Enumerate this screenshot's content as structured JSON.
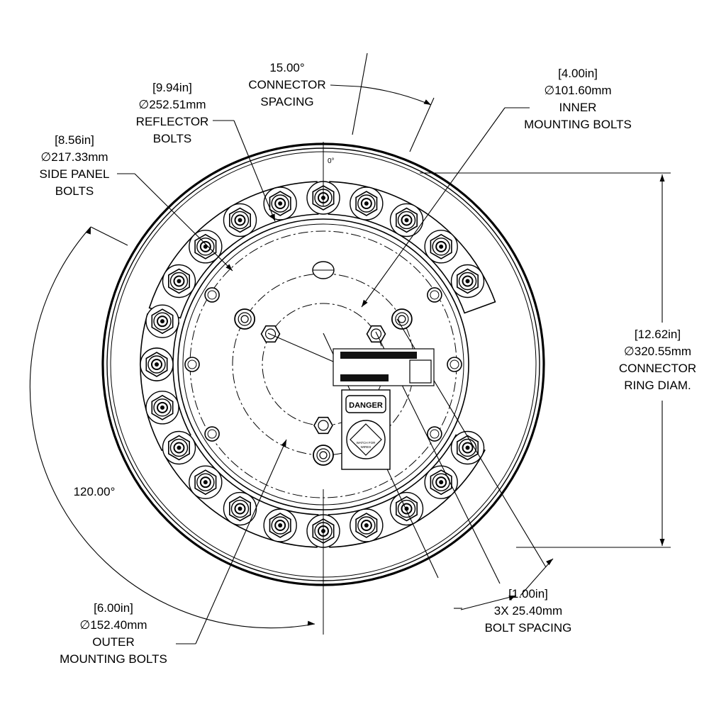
{
  "callouts": {
    "connector_spacing": {
      "angle": "15.00°",
      "line1": "CONNECTOR",
      "line2": "SPACING"
    },
    "inner_mounting_bolts": {
      "imperial": "4.00in",
      "metric": "101.60mm",
      "line1": "INNER",
      "line2": "MOUNTING BOLTS"
    },
    "reflector_bolts": {
      "imperial": "9.94in",
      "metric": "252.51mm",
      "line1": "REFLECTOR",
      "line2": "BOLTS"
    },
    "side_panel_bolts": {
      "imperial": "8.56in",
      "metric": "217.33mm",
      "line1": "SIDE PANEL",
      "line2": "BOLTS"
    },
    "connector_ring": {
      "imperial": "12.62in",
      "metric": "320.55mm",
      "line1": "CONNECTOR",
      "line2": "RING DIAM."
    },
    "outer_angle": {
      "angle": "120.00°"
    },
    "outer_mounting_bolts": {
      "imperial": "6.00in",
      "metric": "152.40mm",
      "line1": "OUTER",
      "line2": "MOUNTING BOLTS"
    },
    "bolt_spacing": {
      "imperial": "1.00in",
      "metric": "3X 25.40mm",
      "line1": "BOLT SPACING"
    }
  },
  "panel_labels": {
    "danger": "DANGER",
    "warning_line1": "WATCH FOR",
    "warning_line2": "WIRES",
    "zero_mark": "0°"
  },
  "colors": {
    "line": "#000000",
    "background": "#ffffff"
  }
}
